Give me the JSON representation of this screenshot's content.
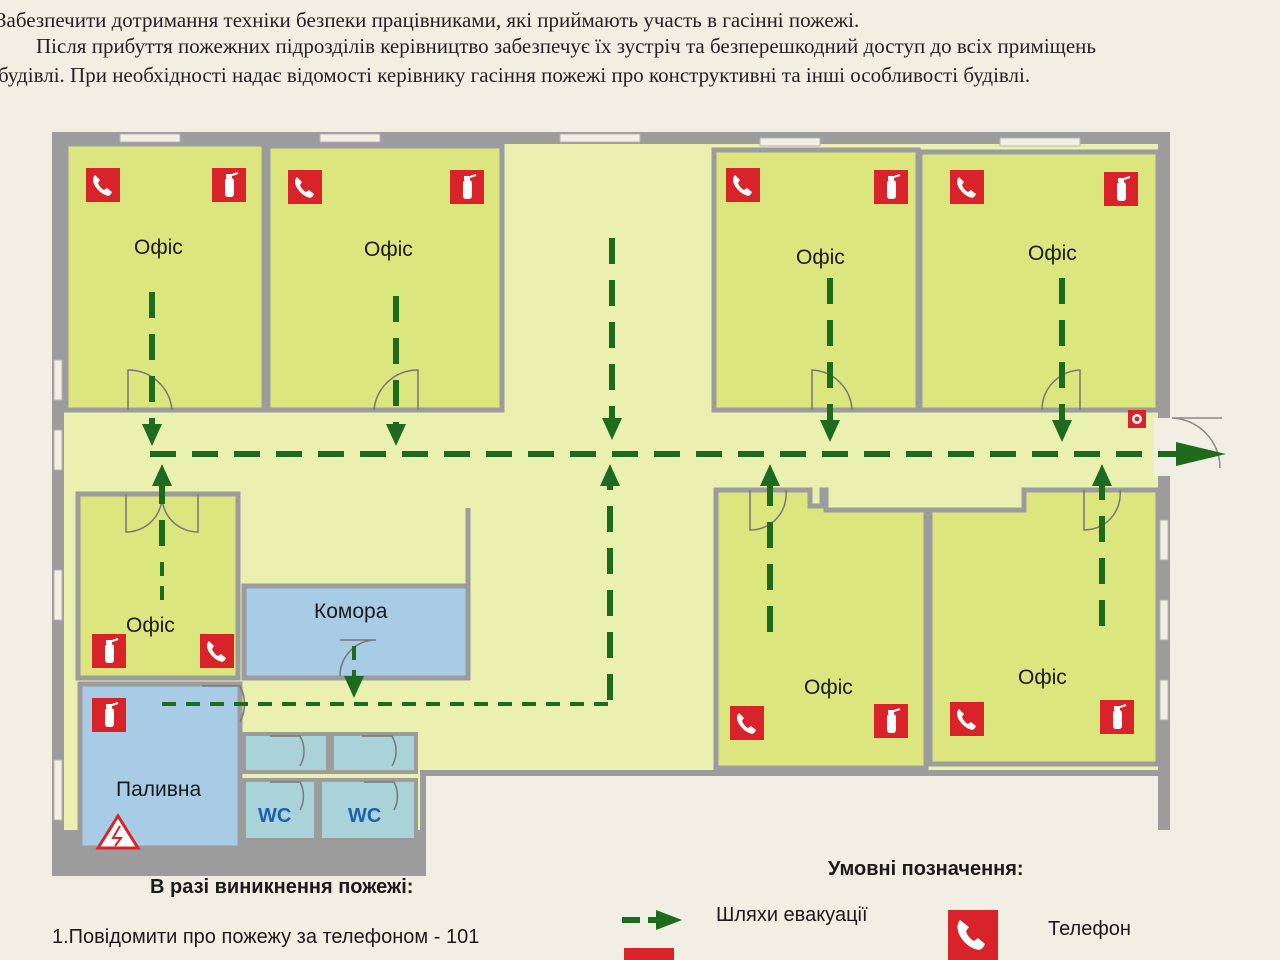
{
  "header": {
    "line1": "Забезпечити дотримання техніки безпеки працівниками, які приймають участь в гасінні пожежі.",
    "line2": "Після прибуття пожежних підрозділів керівництво забезпечує їх зустріч та безперешкодний доступ до всіх приміщень",
    "line3": "будівлі. При необхідності надає відомості керівнику гасіння пожежі про конструктивні та інші особливості будівлі."
  },
  "rooms": {
    "office_tl1": "Офіс",
    "office_tl2": "Офіс",
    "office_tr1": "Офіс",
    "office_tr2": "Офіс",
    "office_left": "Офіс",
    "storage": "Комора",
    "office_br1": "Офіс",
    "office_br2": "Офіс",
    "boiler": "Паливна",
    "wc1": "WC",
    "wc2": "WC"
  },
  "instructions": {
    "title": "В разі виникнення пожежі:",
    "item1": "1.Повідомити про пожежу за телефоном - 101"
  },
  "legend": {
    "title": "Умовні позначення:",
    "evacuation_routes": "Шляхи евакуації",
    "phone": "Телефон"
  },
  "colors": {
    "office": "#dce67e",
    "corridor": "#eaf0b0",
    "storage": "#a8cbe6",
    "wc": "#a9d3d8",
    "route": "#1e6b1e",
    "sign": "#d9232a",
    "wall": "#9c9c9c"
  }
}
